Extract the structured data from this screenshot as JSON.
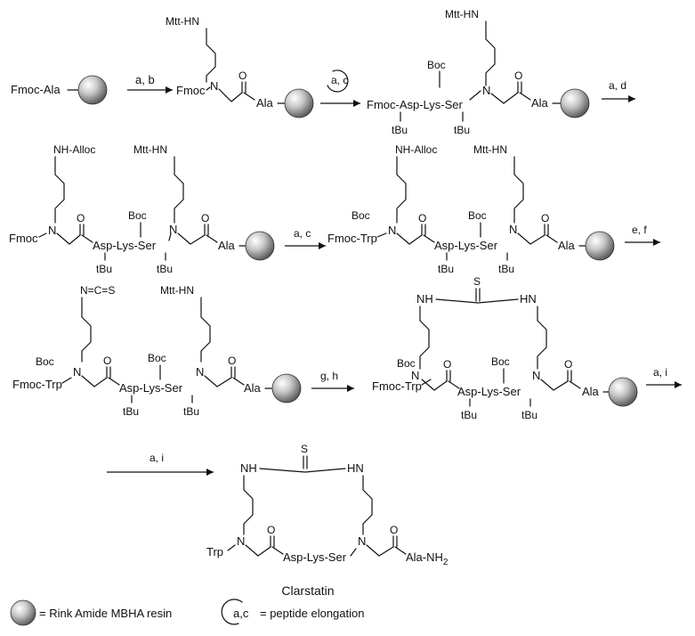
{
  "labels": {
    "fmoc": "Fmoc",
    "fmoc_ala": "Fmoc-Ala",
    "fmoc_asp_lys_ser": "Fmoc-Asp-Lys-Ser",
    "fmoc_trp": "Fmoc-Trp",
    "asp_lys_ser": "Asp-Lys-Ser",
    "ala": "Ala",
    "ala_nh2": "Ala-NH",
    "nh2_sub": "2",
    "trp": "Trp",
    "n": "N",
    "o": "O",
    "s": "S",
    "nh": "NH",
    "hn": "HN",
    "boc": "Boc",
    "tbu": "tBu",
    "mtt_hn": "Mtt-HN",
    "nh_alloc": "NH-Alloc",
    "ncs": "N=C=S"
  },
  "reagents": {
    "ab": "a, b",
    "ac": "a, c",
    "ad": "a, d",
    "ef": "e, f",
    "gh": "g, h",
    "ai": "a, i"
  },
  "product": "Clarstatin",
  "legend": {
    "resin": "= Rink Amide MBHA resin",
    "cycle": "a,c",
    "cycle_text": "= peptide elongation"
  }
}
